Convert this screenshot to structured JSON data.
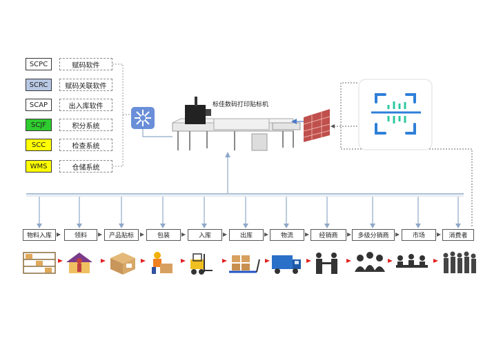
{
  "systems": [
    {
      "code": "SCPC",
      "name": "赋码软件",
      "color": "#ffffff"
    },
    {
      "code": "SCRC",
      "name": "赋码关联软件",
      "color": "#b8c8e4"
    },
    {
      "code": "SCAP",
      "name": "出入库软件",
      "color": "#ffffff"
    },
    {
      "code": "SCJF",
      "name": "积分系统",
      "color": "#2ecc2e"
    },
    {
      "code": "SCC",
      "name": "检查系统",
      "color": "#ffff00"
    },
    {
      "code": "WMS",
      "name": "仓储系统",
      "color": "#ffff00"
    }
  ],
  "device": {
    "label": "标佳数码打印贴标机"
  },
  "flow": [
    {
      "label": "物料入库",
      "icon": "warehouse-shelves-icon"
    },
    {
      "label": "领料",
      "icon": "warehouse-worker-icon"
    },
    {
      "label": "产品贴标",
      "icon": "labeled-box-icon"
    },
    {
      "label": "包装",
      "icon": "packing-worker-icon"
    },
    {
      "label": "入库",
      "icon": "forklift-icon"
    },
    {
      "label": "出库",
      "icon": "pallet-jack-icon"
    },
    {
      "label": "物流",
      "icon": "truck-icon"
    },
    {
      "label": "经销商",
      "icon": "handshake-icon"
    },
    {
      "label": "多级分销商",
      "icon": "group-people-icon"
    },
    {
      "label": "市场",
      "icon": "meeting-icon"
    },
    {
      "label": "消费者",
      "icon": "crowd-icon"
    }
  ],
  "colors": {
    "line": "#8fa8c8",
    "arrow": "#e02020",
    "scanner": "#2f7fd8",
    "scanner_accent": "#2ec8a0"
  }
}
